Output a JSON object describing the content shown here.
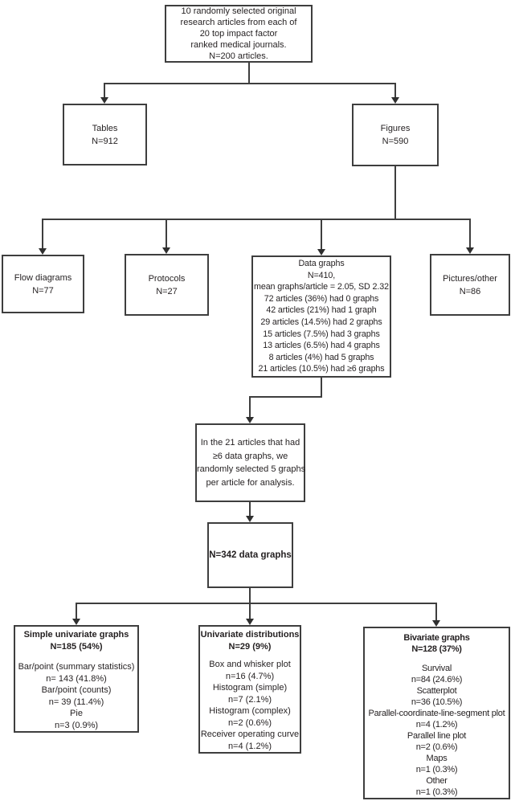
{
  "figure": {
    "colors": {
      "line": "#3e3e3e",
      "text": "#231f20",
      "background": "#ffffff"
    },
    "boxes": {
      "source": {
        "lines": [
          "10 randomly selected original",
          "research articles from each of",
          "20 top impact factor",
          "ranked medical journals.",
          "N=200 articles."
        ]
      },
      "tables": {
        "lines": [
          "Tables",
          "N=912"
        ]
      },
      "figures": {
        "lines": [
          "Figures",
          "N=590"
        ]
      },
      "flow_diagrams": {
        "lines": [
          "Flow diagrams",
          "N=77"
        ]
      },
      "protocols": {
        "lines": [
          "Protocols",
          "N=27"
        ]
      },
      "data_graphs": {
        "lines": [
          "Data graphs",
          "N=410,",
          "mean graphs/article = 2.05, SD 2.32",
          "72 articles (36%) had 0 graphs",
          "42 articles (21%) had 1 graph",
          "29 articles (14.5%) had 2 graphs",
          "15 articles (7.5%) had 3 graphs",
          "13 articles (6.5%) had 4 graphs",
          "8 articles (4%) had 5 graphs",
          "21 articles (10.5%) had ≥6 graphs"
        ]
      },
      "pictures_other": {
        "lines": [
          "Pictures/other",
          "N=86"
        ]
      },
      "selection": {
        "lines": [
          "In the 21 articles that had",
          "≥6 data graphs, we",
          "randomly selected 5 graphs",
          "per article for analysis."
        ]
      },
      "total": {
        "label": "N=342 data graphs"
      },
      "simple_univariate": {
        "title": [
          "Simple univariate graphs",
          "N=185 (54%)"
        ],
        "items": [
          "Bar/point (summary statistics)",
          "n= 143 (41.8%)",
          "Bar/point (counts)",
          "n= 39 (11.4%)",
          "Pie",
          "n=3 (0.9%)"
        ]
      },
      "univariate_distributions": {
        "title": [
          "Univariate distributions",
          "N=29 (9%)"
        ],
        "items": [
          "Box and whisker plot",
          "n=16 (4.7%)",
          "Histogram (simple)",
          "n=7 (2.1%)",
          "Histogram (complex)",
          "n=2 (0.6%)",
          "Receiver operating curve",
          "n=4 (1.2%)"
        ]
      },
      "bivariate": {
        "title": [
          "Bivariate graphs",
          "N=128 (37%)"
        ],
        "items": [
          "Survival",
          "n=84 (24.6%)",
          "Scatterplot",
          "n=36 (10.5%)",
          "Parallel-coordinate-line-segment plot",
          "n=4 (1.2%)",
          "Parallel line plot",
          "n=2 (0.6%)",
          "Maps",
          "n=1 (0.3%)",
          "Other",
          "n=1 (0.3%)"
        ]
      }
    }
  }
}
